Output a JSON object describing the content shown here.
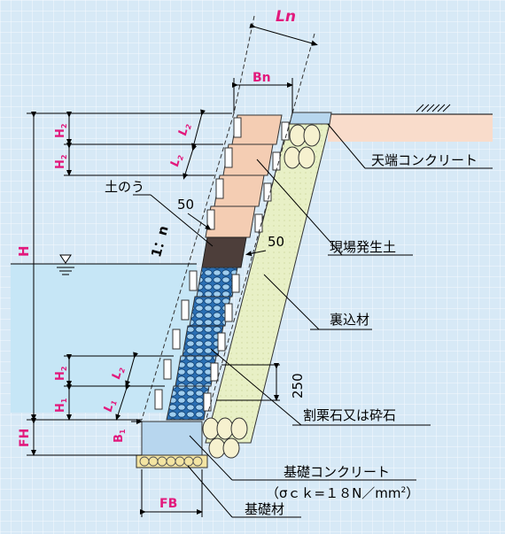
{
  "dims": {
    "Ln": "Ln",
    "Bn": "Bn",
    "H2": "H",
    "H2_sub": "2",
    "L2": "L",
    "L2_sub": "2",
    "H": "H",
    "H1": "H",
    "H1_sub": "1",
    "L1": "L",
    "L1_sub": "1",
    "FH": "FH",
    "B1": "B",
    "B1_sub": "1",
    "FB": "FB"
  },
  "values": {
    "fifty_top": "50",
    "fifty_right": "50",
    "slope": "1：n",
    "two_fifty": "250"
  },
  "labels": {
    "tenba": "天端コンクリート",
    "donou": "土のう",
    "genba": "現場発生土",
    "urakomi": "裏込材",
    "wariguri": "割栗石又は砕石",
    "kiso_con": "基礎コンクリート",
    "kiso_spec": "（σｃｋ=１８N／mm",
    "kiso_spec_sup": "2",
    "kiso_spec_end": "）",
    "kisozai": "基礎材"
  },
  "colors": {
    "background": "#d7e9f6",
    "grid": "#ffffff",
    "water": "#c6e6f6",
    "soil_fill": "#f4cdb3",
    "soil_bank": "#f9dccb",
    "backfill": "#e8f0c6",
    "rubble": "#2a6fb4",
    "donou": "#4d3e3a",
    "concrete": "#b7d6ee",
    "foundation_material": "#f3e4a2",
    "dimension": "#e2197c"
  }
}
